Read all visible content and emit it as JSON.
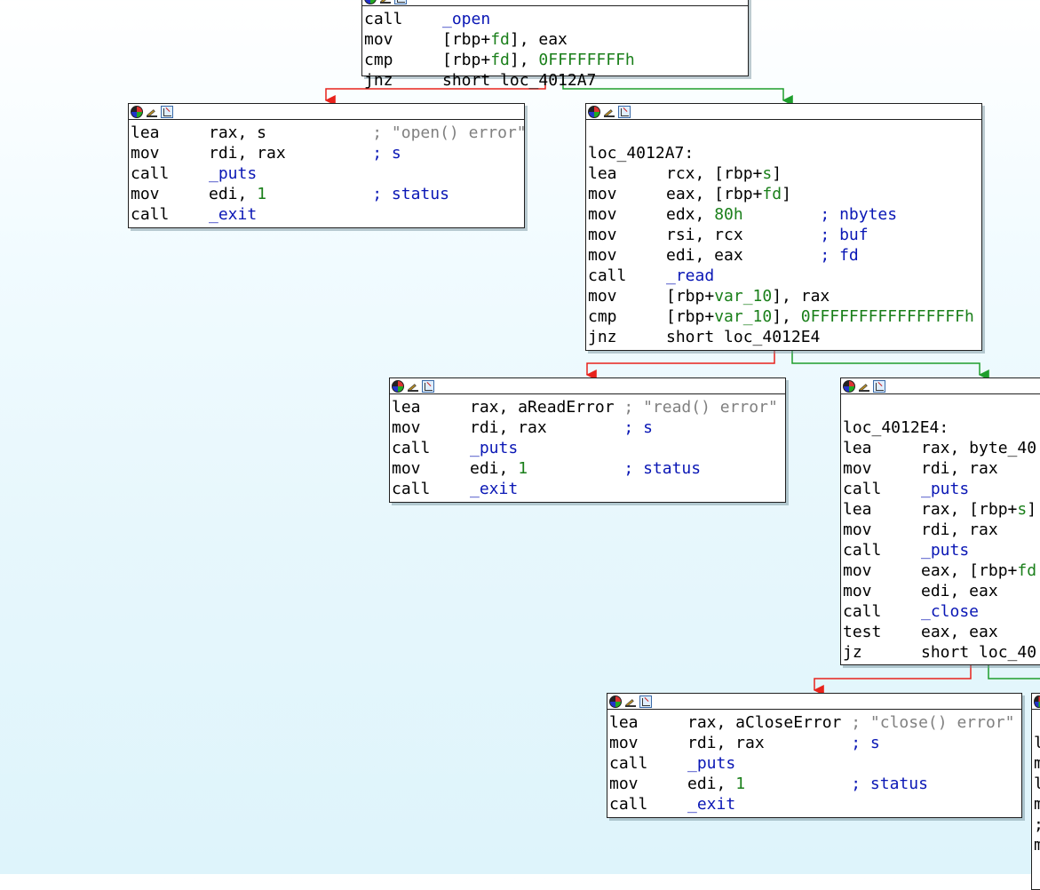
{
  "colors": {
    "false_edge": "#e8231c",
    "true_edge": "#1e9e2c",
    "name": "#0a17b5",
    "number": "#1a7f1a",
    "comment": "#808080"
  },
  "header_icons": [
    "color-wheel-icon",
    "edit-pencil-icon",
    "graph-view-icon"
  ],
  "blocks": [
    {
      "id": "block-top",
      "lines": [
        {
          "mnem": "call",
          "ops": [
            {
              "t": "_open",
              "c": "b"
            }
          ]
        },
        {
          "mnem": "mov",
          "ops": [
            {
              "t": "[rbp+"
            },
            {
              "t": "fd",
              "c": "g"
            },
            {
              "t": "], eax"
            }
          ]
        },
        {
          "mnem": "cmp",
          "ops": [
            {
              "t": "[rbp+"
            },
            {
              "t": "fd",
              "c": "g"
            },
            {
              "t": "], "
            },
            {
              "t": "0FFFFFFFFh",
              "c": "g"
            }
          ]
        },
        {
          "mnem": "jnz",
          "ops": [
            {
              "t": "short loc_4012A7"
            }
          ]
        }
      ]
    },
    {
      "id": "block-open-error",
      "lines": [
        {
          "mnem": "lea",
          "ops": [
            {
              "t": "rax, s           "
            },
            {
              "t": "; \"open() error\"",
              "c": "c"
            }
          ]
        },
        {
          "mnem": "mov",
          "ops": [
            {
              "t": "rdi, rax         "
            },
            {
              "t": "; s",
              "c": "b"
            }
          ]
        },
        {
          "mnem": "call",
          "ops": [
            {
              "t": "_puts",
              "c": "b"
            }
          ]
        },
        {
          "mnem": "mov",
          "ops": [
            {
              "t": "edi, "
            },
            {
              "t": "1",
              "c": "g"
            },
            {
              "t": "           "
            },
            {
              "t": "; status",
              "c": "b"
            }
          ]
        },
        {
          "mnem": "call",
          "ops": [
            {
              "t": "_exit",
              "c": "b"
            }
          ]
        }
      ]
    },
    {
      "id": "block-loc-4012a7",
      "label": "loc_4012A7:",
      "lines": [
        {
          "mnem": "lea",
          "ops": [
            {
              "t": "rcx, [rbp+"
            },
            {
              "t": "s",
              "c": "g"
            },
            {
              "t": "]"
            }
          ]
        },
        {
          "mnem": "mov",
          "ops": [
            {
              "t": "eax, [rbp+"
            },
            {
              "t": "fd",
              "c": "g"
            },
            {
              "t": "]"
            }
          ]
        },
        {
          "mnem": "mov",
          "ops": [
            {
              "t": "edx, "
            },
            {
              "t": "80h",
              "c": "g"
            },
            {
              "t": "        "
            },
            {
              "t": "; nbytes",
              "c": "b"
            }
          ]
        },
        {
          "mnem": "mov",
          "ops": [
            {
              "t": "rsi, rcx        "
            },
            {
              "t": "; buf",
              "c": "b"
            }
          ]
        },
        {
          "mnem": "mov",
          "ops": [
            {
              "t": "edi, eax        "
            },
            {
              "t": "; fd",
              "c": "b"
            }
          ]
        },
        {
          "mnem": "call",
          "ops": [
            {
              "t": "_read",
              "c": "b"
            }
          ]
        },
        {
          "mnem": "mov",
          "ops": [
            {
              "t": "[rbp+"
            },
            {
              "t": "var_10",
              "c": "g"
            },
            {
              "t": "], rax"
            }
          ]
        },
        {
          "mnem": "cmp",
          "ops": [
            {
              "t": "[rbp+"
            },
            {
              "t": "var_10",
              "c": "g"
            },
            {
              "t": "], "
            },
            {
              "t": "0FFFFFFFFFFFFFFFFh",
              "c": "g"
            }
          ]
        },
        {
          "mnem": "jnz",
          "ops": [
            {
              "t": "short loc_4012E4"
            }
          ]
        }
      ]
    },
    {
      "id": "block-read-error",
      "lines": [
        {
          "mnem": "lea",
          "ops": [
            {
              "t": "rax, aReadError "
            },
            {
              "t": "; \"read() error\"",
              "c": "c"
            }
          ]
        },
        {
          "mnem": "mov",
          "ops": [
            {
              "t": "rdi, rax        "
            },
            {
              "t": "; s",
              "c": "b"
            }
          ]
        },
        {
          "mnem": "call",
          "ops": [
            {
              "t": "_puts",
              "c": "b"
            }
          ]
        },
        {
          "mnem": "mov",
          "ops": [
            {
              "t": "edi, "
            },
            {
              "t": "1",
              "c": "g"
            },
            {
              "t": "          "
            },
            {
              "t": "; status",
              "c": "b"
            }
          ]
        },
        {
          "mnem": "call",
          "ops": [
            {
              "t": "_exit",
              "c": "b"
            }
          ]
        }
      ]
    },
    {
      "id": "block-loc-4012e4",
      "label": "loc_4012E4:",
      "lines": [
        {
          "mnem": "lea",
          "ops": [
            {
              "t": "rax, byte_40"
            }
          ]
        },
        {
          "mnem": "mov",
          "ops": [
            {
              "t": "rdi, rax"
            }
          ]
        },
        {
          "mnem": "call",
          "ops": [
            {
              "t": "_puts",
              "c": "b"
            }
          ]
        },
        {
          "mnem": "lea",
          "ops": [
            {
              "t": "rax, [rbp+"
            },
            {
              "t": "s",
              "c": "g"
            },
            {
              "t": "]"
            }
          ]
        },
        {
          "mnem": "mov",
          "ops": [
            {
              "t": "rdi, rax"
            }
          ]
        },
        {
          "mnem": "call",
          "ops": [
            {
              "t": "_puts",
              "c": "b"
            }
          ]
        },
        {
          "mnem": "mov",
          "ops": [
            {
              "t": "eax, [rbp+"
            },
            {
              "t": "fd",
              "c": "g"
            }
          ]
        },
        {
          "mnem": "mov",
          "ops": [
            {
              "t": "edi, eax"
            }
          ]
        },
        {
          "mnem": "call",
          "ops": [
            {
              "t": "_close",
              "c": "b"
            }
          ]
        },
        {
          "mnem": "test",
          "ops": [
            {
              "t": "eax, eax"
            }
          ]
        },
        {
          "mnem": "jz",
          "ops": [
            {
              "t": "short loc_40"
            }
          ]
        }
      ]
    },
    {
      "id": "block-close-error",
      "lines": [
        {
          "mnem": "lea",
          "ops": [
            {
              "t": "rax, aCloseError "
            },
            {
              "t": "; \"close() error\"",
              "c": "c"
            }
          ]
        },
        {
          "mnem": "mov",
          "ops": [
            {
              "t": "rdi, rax         "
            },
            {
              "t": "; s",
              "c": "b"
            }
          ]
        },
        {
          "mnem": "call",
          "ops": [
            {
              "t": "_puts",
              "c": "b"
            }
          ]
        },
        {
          "mnem": "mov",
          "ops": [
            {
              "t": "edi, "
            },
            {
              "t": "1",
              "c": "g"
            },
            {
              "t": "           "
            },
            {
              "t": "; status",
              "c": "b"
            }
          ]
        },
        {
          "mnem": "call",
          "ops": [
            {
              "t": "_exit",
              "c": "b"
            }
          ]
        }
      ]
    },
    {
      "id": "block-partial-right",
      "lines": [
        {
          "mnem": "",
          "ops": []
        },
        {
          "mnem": "l",
          "ops": []
        },
        {
          "mnem": "m",
          "ops": []
        },
        {
          "mnem": "l",
          "ops": []
        },
        {
          "mnem": "m",
          "ops": []
        },
        {
          "mnem": ";",
          "ops": []
        },
        {
          "mnem": "m",
          "ops": []
        }
      ]
    }
  ]
}
